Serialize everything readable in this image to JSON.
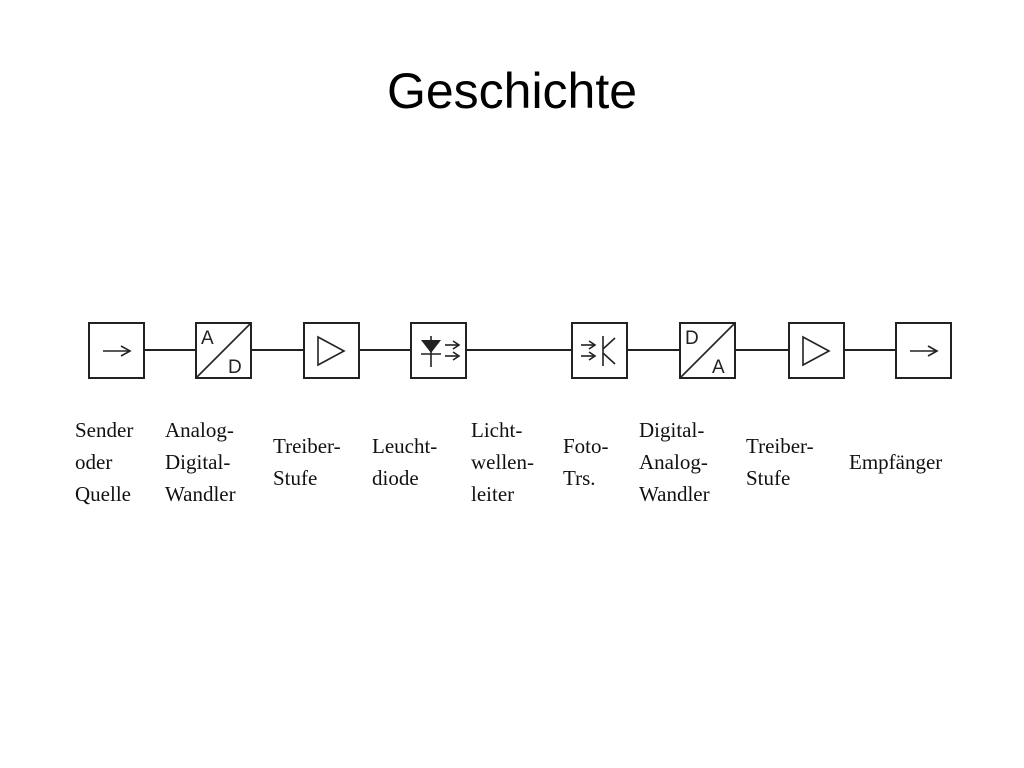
{
  "slide": {
    "title": "Geschichte"
  },
  "diagram": {
    "blocks": [
      {
        "id": "sender-quelle",
        "symbol": "arrow-icon",
        "label_lines": [
          "Sender",
          "oder",
          "Quelle"
        ]
      },
      {
        "id": "ad-wandler",
        "symbol": "ad-converter-icon",
        "letters": [
          "A",
          "D"
        ],
        "label_lines": [
          "Analog-",
          "Digital-",
          "Wandler"
        ]
      },
      {
        "id": "treiber-stufe-1",
        "symbol": "amplifier-triangle-icon",
        "label_lines": [
          "Treiber-",
          "Stufe"
        ]
      },
      {
        "id": "leuchtdiode",
        "symbol": "led-icon",
        "label_lines": [
          "Leucht-",
          "diode"
        ]
      },
      {
        "id": "lichtwellenleiter",
        "symbol": "none",
        "label_lines": [
          "Licht-",
          "wellen-",
          "leiter"
        ]
      },
      {
        "id": "foto-trs",
        "symbol": "phototransistor-icon",
        "label_lines": [
          "Foto-",
          "Trs."
        ]
      },
      {
        "id": "da-wandler",
        "symbol": "da-converter-icon",
        "letters": [
          "D",
          "A"
        ],
        "label_lines": [
          "Digital-",
          "Analog-",
          "Wandler"
        ]
      },
      {
        "id": "treiber-stufe-2",
        "symbol": "amplifier-triangle-icon",
        "label_lines": [
          "Treiber-",
          "Stufe"
        ]
      },
      {
        "id": "empfaenger",
        "symbol": "arrow-icon",
        "label_lines": [
          "Empfänger"
        ]
      }
    ]
  }
}
